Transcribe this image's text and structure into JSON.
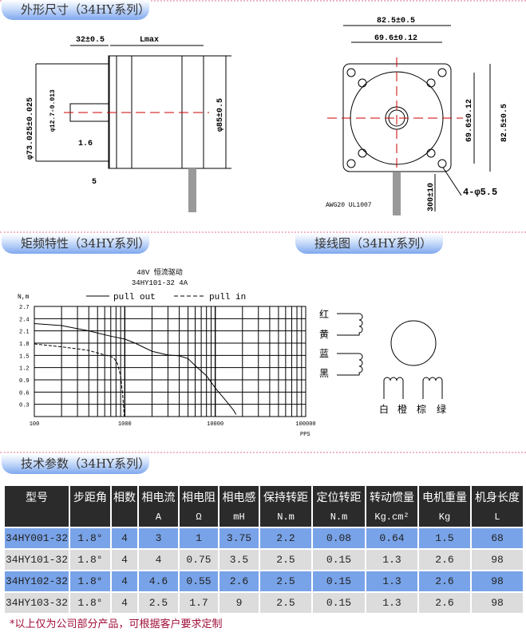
{
  "sections": {
    "dimensions": "外形尺寸（34HY系列）",
    "torque": "矩频特性（34HY系列）",
    "wiring": "接线图（34HY系列）",
    "params": "技术参数（34HY系列）"
  },
  "dimensions": {
    "shaft_len": "32±0.5",
    "lmax": "Lmax",
    "pilot_dia": "φ73.025±0.025",
    "shaft_dia": "φ12.7-0.013",
    "flange_thk": "1.6",
    "body_dia": "φ85±0.5",
    "dim5": "5",
    "width_total": "82.5±0.5",
    "hole_pitch": "69.6±0.12",
    "hole_pitch_v": "69.6±0.12",
    "height_total": "82.5±0.5",
    "holes": "4-φ5.5",
    "wire": "AWG20 UL1007",
    "lead_len": "300±10"
  },
  "wiring": {
    "labels": [
      "红",
      "黄",
      "蓝",
      "黑"
    ],
    "bottom_labels": [
      "白",
      "橙",
      "棕",
      "绿"
    ]
  },
  "chart_data": {
    "type": "line",
    "title": "48V 恒流驱动",
    "subtitle": "34HY101-32   4A",
    "ylabel": "N,m",
    "xlabel": "PPS",
    "xscale": "log",
    "xlim": [
      100,
      100000
    ],
    "ylim": [
      0,
      2.7
    ],
    "yticks": [
      "2.7",
      "2.4",
      "2.1",
      "1.8",
      "1.5",
      "1.2",
      "0.9",
      "0.6",
      "0.3"
    ],
    "xticks": [
      "100",
      "1000",
      "10000",
      "100000"
    ],
    "series": [
      {
        "name": "pull out",
        "style": "solid",
        "x": [
          100,
          200,
          400,
          700,
          1000,
          1300,
          2000,
          3000,
          4000,
          5000,
          6000,
          8000,
          10000,
          13000,
          16000,
          17000
        ],
        "y": [
          2.28,
          2.23,
          2.1,
          1.97,
          1.9,
          1.8,
          1.6,
          1.51,
          1.49,
          1.42,
          1.25,
          1.0,
          0.7,
          0.4,
          0.15,
          0.05
        ]
      },
      {
        "name": "pull in",
        "style": "dashed",
        "x": [
          100,
          200,
          300,
          400,
          600,
          750,
          830,
          900,
          950,
          980,
          985
        ],
        "y": [
          1.78,
          1.71,
          1.66,
          1.62,
          1.51,
          1.45,
          1.3,
          1.0,
          0.5,
          0.1,
          0
        ]
      }
    ]
  },
  "table": {
    "headers": [
      [
        "型号",
        ""
      ],
      [
        "步距角",
        ""
      ],
      [
        "相数",
        ""
      ],
      [
        "相电流",
        "A"
      ],
      [
        "相电阻",
        "Ω"
      ],
      [
        "相电感",
        "mH"
      ],
      [
        "保持转距",
        "N.m"
      ],
      [
        "定位转距",
        "N.m"
      ],
      [
        "转动惯量",
        "Kg.cm²"
      ],
      [
        "电机重量",
        "Kg"
      ],
      [
        "机身长度",
        "L"
      ]
    ],
    "rows": [
      [
        "34HY001-32",
        "1.8°",
        "4",
        "3",
        "1",
        "3.75",
        "2.2",
        "0.08",
        "0.64",
        "1.5",
        "68"
      ],
      [
        "34HY101-32",
        "1.8°",
        "4",
        "4",
        "0.75",
        "3.5",
        "2.5",
        "0.15",
        "1.3",
        "2.6",
        "98"
      ],
      [
        "34HY102-32",
        "1.8°",
        "4",
        "4.6",
        "0.55",
        "2.6",
        "2.5",
        "0.15",
        "1.3",
        "2.6",
        "98"
      ],
      [
        "34HY103-32",
        "1.8°",
        "4",
        "2.5",
        "1.7",
        "9",
        "2.5",
        "0.15",
        "1.3",
        "2.6",
        "98"
      ]
    ]
  },
  "note": "*以上仅为公司部分产品，可根据客户要求定制"
}
